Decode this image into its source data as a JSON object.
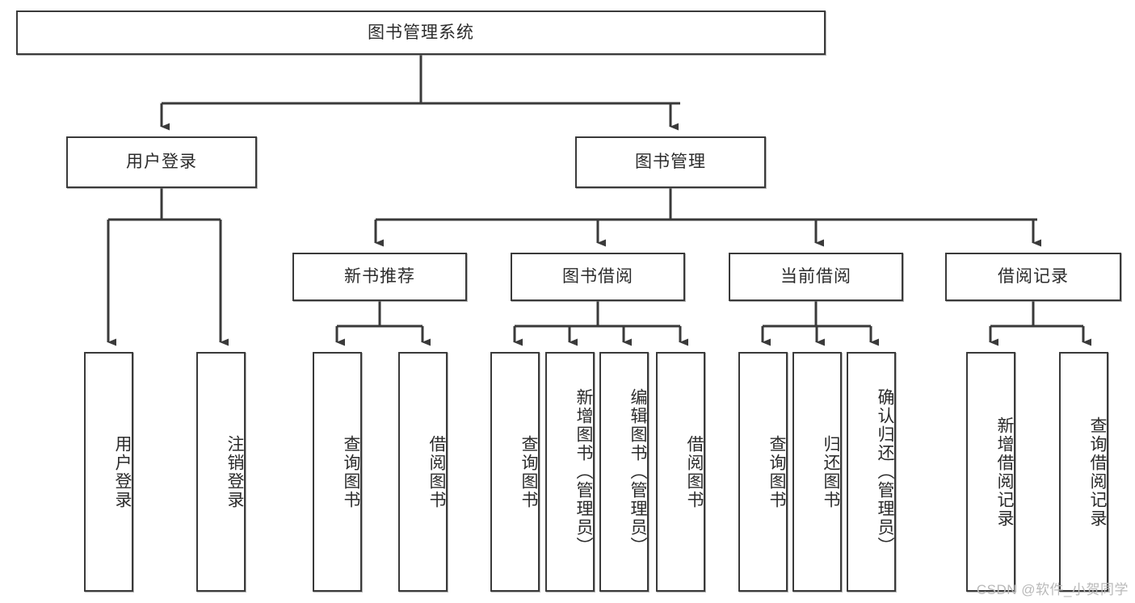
{
  "diagram": {
    "title": "图书管理系统",
    "type": "hierarchy-tree",
    "watermark": "CSDN @软件_小贺同学",
    "colors": {
      "border": "#3a3a3a",
      "text": "#2b2b2b",
      "background": "#ffffff",
      "edge": "#3a3a3a",
      "watermark": "#b9b9b9"
    }
  },
  "nodes": {
    "root": {
      "label": "图书管理系统",
      "level": 1,
      "orientation": "horizontal"
    },
    "level2": [
      {
        "id": "user-login",
        "label": "用户登录",
        "level": 2,
        "orientation": "horizontal"
      },
      {
        "id": "book-manage",
        "label": "图书管理",
        "level": 2,
        "orientation": "horizontal"
      }
    ],
    "level3": [
      {
        "id": "new-book-recommend",
        "label": "新书推荐",
        "level": 3,
        "orientation": "horizontal",
        "parent": "book-manage"
      },
      {
        "id": "book-borrow",
        "label": "图书借阅",
        "level": 3,
        "orientation": "horizontal",
        "parent": "book-manage"
      },
      {
        "id": "current-borrow",
        "label": "当前借阅",
        "level": 3,
        "orientation": "horizontal",
        "parent": "book-manage"
      },
      {
        "id": "borrow-record",
        "label": "借阅记录",
        "level": 3,
        "orientation": "horizontal",
        "parent": "book-manage"
      }
    ],
    "leaves": [
      {
        "id": "leaf-user-login",
        "label": "用户登录",
        "parent": "user-login"
      },
      {
        "id": "leaf-logout-login",
        "label": "注销登录",
        "parent": "user-login"
      },
      {
        "id": "leaf-query-book-1",
        "label": "查询图书",
        "parent": "new-book-recommend"
      },
      {
        "id": "leaf-borrow-book-1",
        "label": "借阅图书",
        "parent": "new-book-recommend"
      },
      {
        "id": "leaf-query-book-2",
        "label": "查询图书",
        "parent": "book-borrow"
      },
      {
        "id": "leaf-add-book-admin",
        "label": "新增图书（管理员）",
        "parent": "book-borrow"
      },
      {
        "id": "leaf-edit-book-admin",
        "label": "编辑图书（管理员）",
        "parent": "book-borrow"
      },
      {
        "id": "leaf-borrow-book-2",
        "label": "借阅图书",
        "parent": "book-borrow"
      },
      {
        "id": "leaf-query-book-3",
        "label": "查询图书",
        "parent": "current-borrow"
      },
      {
        "id": "leaf-return-book",
        "label": "归还图书",
        "parent": "current-borrow"
      },
      {
        "id": "leaf-confirm-return-admin",
        "label": "确认归还（管理员）",
        "parent": "current-borrow"
      },
      {
        "id": "leaf-add-borrow-record",
        "label": "新增借阅记录",
        "parent": "borrow-record"
      },
      {
        "id": "leaf-query-borrow-record",
        "label": "查询借阅记录",
        "parent": "borrow-record"
      }
    ]
  }
}
